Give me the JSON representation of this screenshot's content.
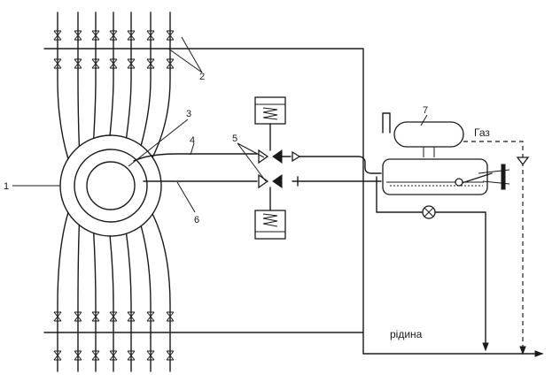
{
  "labels": {
    "n1": "1",
    "n2": "2",
    "n3": "3",
    "n4": "4",
    "n5": "5",
    "n6": "6",
    "n7": "7",
    "gas": "Газ",
    "liquid": "рідина"
  },
  "legend": {
    "1": "1",
    "2": "2",
    "3": "3",
    "4": "4",
    "5": "5",
    "6": "6",
    "7": "7"
  }
}
